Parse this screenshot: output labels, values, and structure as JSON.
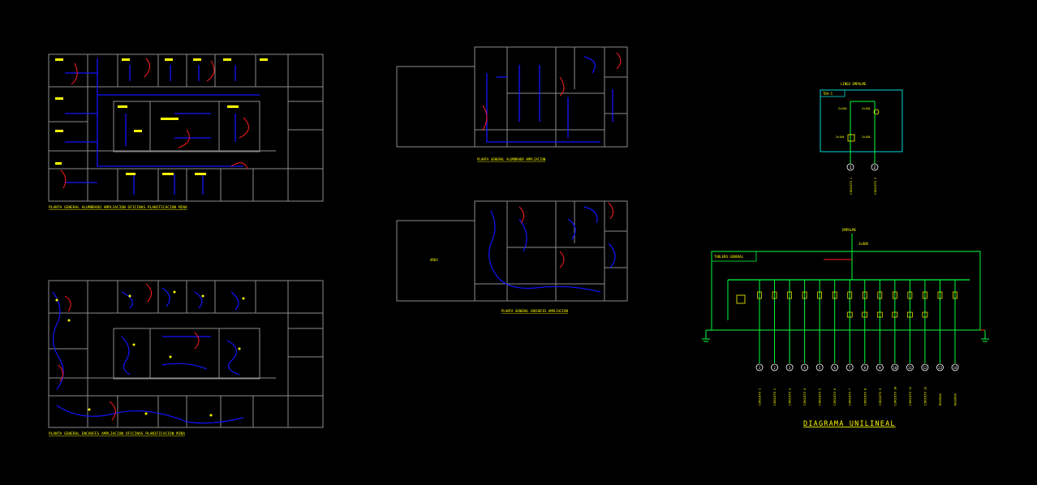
{
  "plans": {
    "lighting_caption": "PLANTA GENERAL ALUMBRADO AMPLIACION OFICINAS PLANIFICACION MINA",
    "outlets_caption": "PLANTA GENERAL ENCHUFES AMPLIACION OFICINAS PLANIFICACION MINA",
    "small_lighting_caption": "PLANTA GENERAL ALUMBRADO AMPLIACION",
    "small_outlets_caption": "PLANTA GENERAL ENCHUFES AMPLIACION",
    "room_tag": "AREA"
  },
  "panel_box": {
    "title": "LINEA EMPALME",
    "id": "TDA-1",
    "left_device": "2x16A",
    "right_device": "2x16A",
    "left_lower": "2x10A",
    "right_lower": "2x10A",
    "circuit_left": "1",
    "circuit_right": "2",
    "circuit_left_label": "CIRCUITO 1",
    "circuit_right_label": "CIRCUITO 2"
  },
  "unilineal": {
    "title": "DIAGRAMA UNILINEAL",
    "source_label": "EMPALME",
    "main_breaker": "3x40A",
    "board_label": "TABLERO GENERAL",
    "circuits": [
      "1",
      "2",
      "3",
      "4",
      "5",
      "6",
      "7",
      "8",
      "9",
      "10",
      "11",
      "12",
      "13",
      "14"
    ],
    "circuit_names": [
      "CIRCUITO 1",
      "CIRCUITO 2",
      "CIRCUITO 3",
      "CIRCUITO 4",
      "CIRCUITO 5",
      "CIRCUITO 6",
      "CIRCUITO 7",
      "CIRCUITO 8",
      "CIRCUITO 9",
      "CIRCUITO 10",
      "CIRCUITO 11",
      "CIRCUITO 12",
      "RESERVA",
      "RESERVA"
    ]
  },
  "colors": {
    "walls": "#8c8c8c",
    "wiring": "#1414ff",
    "arcs": "#ff1e1e",
    "text": "#ffff00",
    "single_line": "#00ff3c",
    "panel_box": "#00d8d8",
    "fixture": "#ffffff"
  }
}
